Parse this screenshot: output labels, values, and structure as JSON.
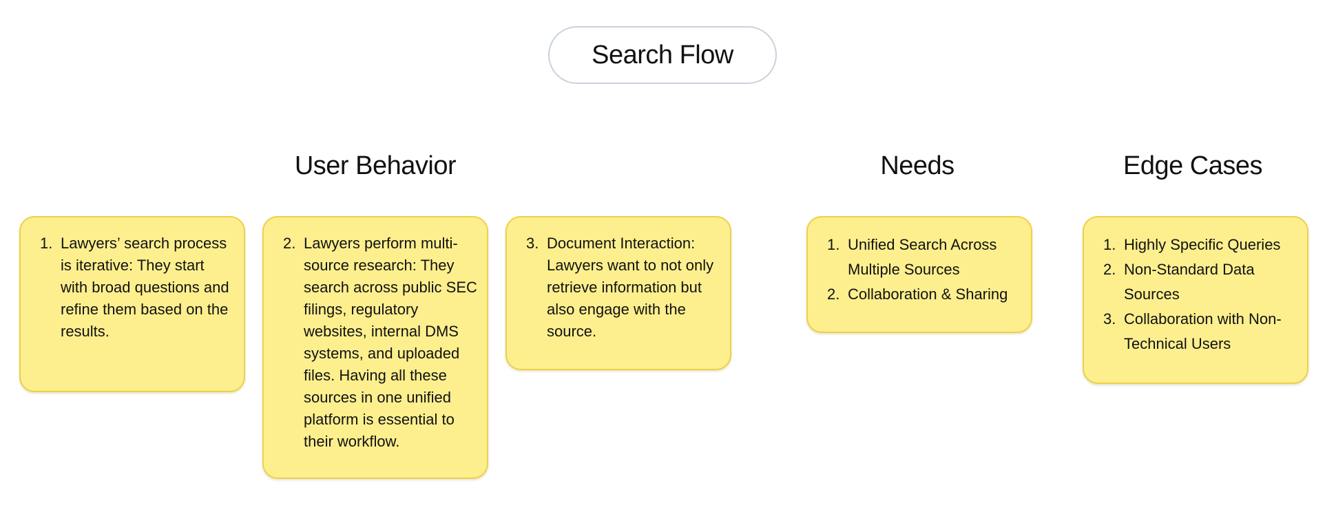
{
  "title": "Search Flow",
  "headings": {
    "user_behavior": "User Behavior",
    "needs": "Needs",
    "edge_cases": "Edge Cases"
  },
  "user_behavior_notes": [
    {
      "number": "1.",
      "text": "Lawyers’ search process is iterative: They start with broad questions and refine them based on the results."
    },
    {
      "number": "2.",
      "text": "Lawyers perform multi-source research: They search across public SEC filings, regulatory websites, internal DMS systems, and uploaded files. Having all these sources in one unified platform is essential to their workflow."
    },
    {
      "number": "3.",
      "text": "Document Interaction: Lawyers want to not only retrieve information but also engage with the source."
    }
  ],
  "needs": [
    {
      "number": "1.",
      "text": "Unified Search Across Multiple Sources"
    },
    {
      "number": "2.",
      "text": "Collaboration & Sharing"
    }
  ],
  "edge_cases": [
    {
      "number": "1.",
      "text": "Highly Specific Queries"
    },
    {
      "number": "2.",
      "text": "Non-Standard Data Sources"
    },
    {
      "number": "3.",
      "text": "Collaboration with Non-Technical Users"
    }
  ],
  "colors": {
    "note_fill": "#fdef8e",
    "note_border": "#ecd04a",
    "pill_border": "#c9d2dc",
    "text": "#111111"
  }
}
